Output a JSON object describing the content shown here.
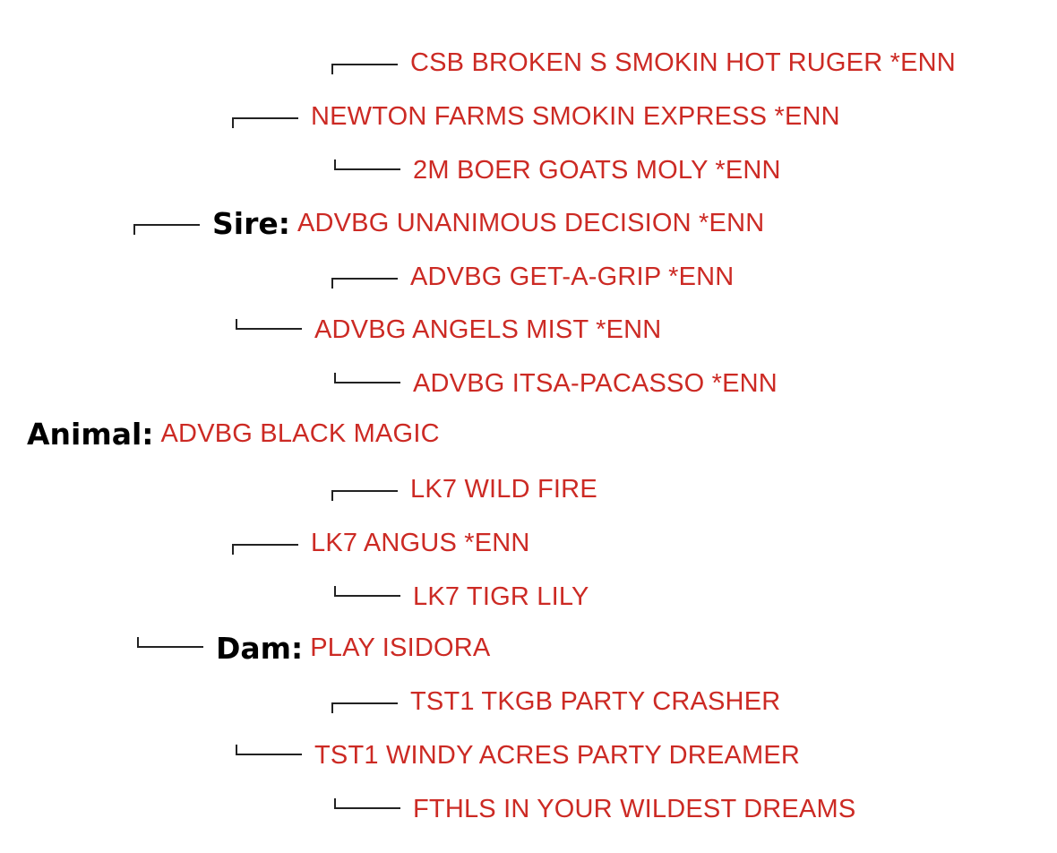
{
  "pedigree": {
    "animal": {
      "label": "Animal:",
      "name": "ADVBG BLACK MAGIC"
    },
    "sire": {
      "label": "Sire:",
      "name": "ADVBG UNANIMOUS DECISION *ENN",
      "sire": {
        "name": "NEWTON FARMS SMOKIN EXPRESS *ENN",
        "sire": {
          "name": "CSB BROKEN S SMOKIN HOT RUGER *ENN"
        },
        "dam": {
          "name": "2M BOER GOATS MOLY *ENN"
        }
      },
      "dam": {
        "name": "ADVBG ANGELS MIST *ENN",
        "sire": {
          "name": "ADVBG GET-A-GRIP *ENN"
        },
        "dam": {
          "name": "ADVBG ITSA-PACASSO *ENN"
        }
      }
    },
    "dam": {
      "label": "Dam:",
      "name": "PLAY ISIDORA",
      "sire": {
        "name": "LK7 ANGUS *ENN",
        "sire": {
          "name": "LK7 WILD FIRE"
        },
        "dam": {
          "name": "LK7 TIGR LILY"
        }
      },
      "dam": {
        "name": "TST1 WINDY ACRES PARTY DREAMER",
        "sire": {
          "name": "TST1 TKGB PARTY CRASHER"
        },
        "dam": {
          "name": "FTHLS IN YOUR WILDEST DREAMS"
        }
      }
    }
  },
  "colors": {
    "name_text": "#cc2a24",
    "label_text": "#000000",
    "connector": "#222222"
  }
}
